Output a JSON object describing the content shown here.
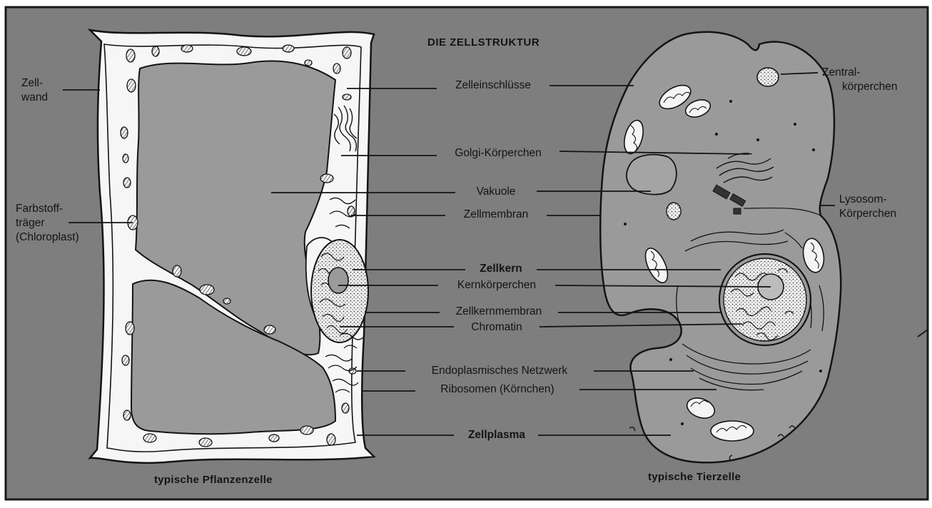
{
  "title": "DIE ZELLSTRUKTUR",
  "captions": {
    "plant": "typische Pflanzenzelle",
    "animal": "typische Tierzelle"
  },
  "labels": {
    "zellwand_1": "Zell-",
    "zellwand_2": "wand",
    "farbstoff_1": "Farbstoff-",
    "farbstoff_2": "träger",
    "farbstoff_3": "(Chloroplast)",
    "zentral_1": "Zentral-",
    "zentral_2": "körperchen",
    "lysosom_1": "Lysosom-",
    "lysosom_2": "Körperchen",
    "zelleinschluesse": "Zelleinschlüsse",
    "golgi": "Golgi-Körperchen",
    "vakuole": "Vakuole",
    "zellmembran": "Zellmembran",
    "zellkern": "Zellkern",
    "kernkoerperchen": "Kernkörperchen",
    "zellkernmembran": "Zellkernmembran",
    "chromatin": "Chromatin",
    "endoplasmisches": "Endoplasmisches Netzwerk",
    "ribosomen": "Ribosomen (Körnchen)",
    "zellplasma": "Zellplasma"
  },
  "colors": {
    "frame": "#7e7e7e",
    "cell_fill": "#9a9a9a",
    "wall_fill": "#f6f6f6",
    "ink": "#141414"
  }
}
